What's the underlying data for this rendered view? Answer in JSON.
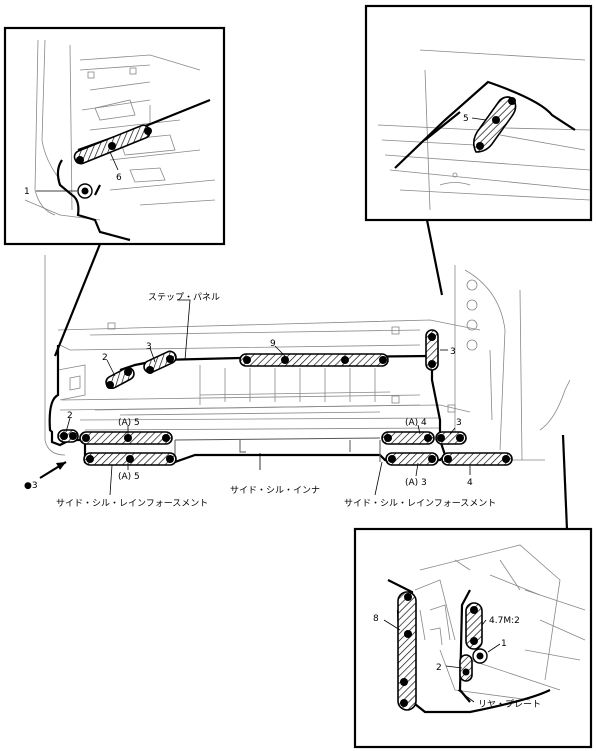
{
  "labels": {
    "step_panel": "ステップ・パネル",
    "side_sill_inner": "サイド・シル・インナ",
    "side_sill_reinf_left": "サイド・シル・レインフォースメント",
    "side_sill_reinf_right": "サイド・シル・レインフォースメント",
    "rear_plate": "リヤ・プレート",
    "n9": "9",
    "n2_a": "2",
    "n3_a": "3",
    "n3_b": "3",
    "n2_b": "2",
    "a5_top": "(A) 5",
    "a5_bot": "(A) 5",
    "dot3": "●3",
    "a4": "(A) 4",
    "n3_c": "3",
    "a3": "(A) 3",
    "n4": "4",
    "inset1_6": "6",
    "inset1_1": "1",
    "inset2_5": "5",
    "inset3_8": "8",
    "inset3_torque": "4.7M:2",
    "inset3_1": "1",
    "inset3_2": "2"
  }
}
